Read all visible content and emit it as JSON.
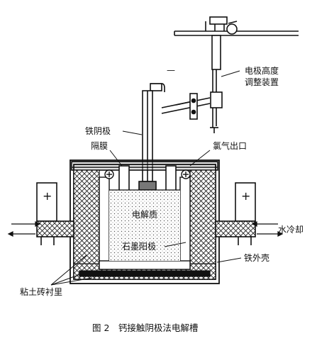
{
  "labels": {
    "height_adjust_line1": "电极高度",
    "height_adjust_line2": "调整装置",
    "iron_cathode": "铁阴极",
    "diaphragm": "隔膜",
    "chlorine_outlet": "氯气出口",
    "electrolyte": "电解质",
    "graphite_anode": "石墨阳极",
    "water_cooling": "水冷却",
    "iron_shell": "铁外壳",
    "clay_brick_lining": "粘土砖衬里",
    "minus_sign": "—",
    "plus_left": "+",
    "plus_right": "+"
  },
  "caption": "图 2　钙接触阴极法电解槽"
}
